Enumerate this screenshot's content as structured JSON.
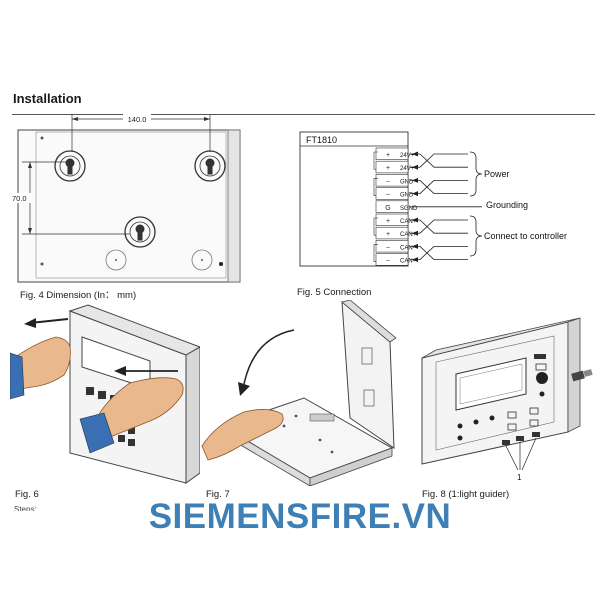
{
  "heading": "Installation",
  "fig4": {
    "caption": "Fig. 4 Dimension (In： mm)",
    "width_label": "140.0",
    "height_label": "70.0"
  },
  "fig5": {
    "caption": "Fig. 5 Connection",
    "device": "FT1810",
    "terminals": [
      "24V+",
      "24V+",
      "GND",
      "GND",
      "SGND",
      "CAN+",
      "CAN+",
      "CAN-",
      "CAN-"
    ],
    "signs": [
      "+",
      "+",
      "−",
      "−",
      "G",
      "+",
      "+",
      "−",
      "−"
    ],
    "labels": {
      "power": "Power",
      "grounding": "Grounding",
      "controller": "Connect to controller"
    }
  },
  "fig6": {
    "caption": "Fig. 6"
  },
  "fig7": {
    "caption": "Fig. 7"
  },
  "fig8": {
    "caption": "Fig. 8 (1:light guider)",
    "callout": "1"
  },
  "steps_fragment": "Steps:",
  "watermark": "SIEMENSFIRE.VN",
  "colors": {
    "watermark": "#3e7fb5",
    "line": "#333333"
  }
}
